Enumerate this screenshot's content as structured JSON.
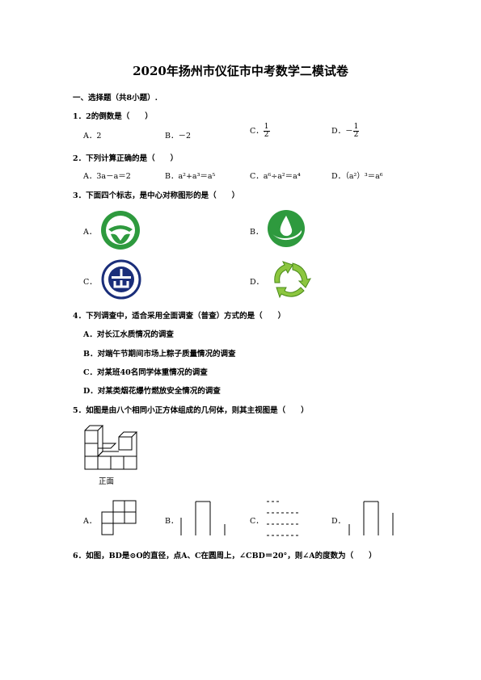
{
  "title": "2020年扬州市仪征市中考数学二模试卷",
  "section1": "一、选择题（共8小题）.",
  "q1": {
    "stem": "1．2的倒数是（　　）",
    "A": "A．2",
    "B": "B．－2",
    "C_label": "C．",
    "C_num": "1",
    "C_den": "2",
    "D_label": "D．－",
    "D_num": "1",
    "D_den": "2"
  },
  "q2": {
    "stem": "2．下列计算正确的是（　　）",
    "A": "A．3a－a＝2",
    "B": "B．a²+a³＝a⁵",
    "C": "C．a⁶÷a²＝a⁴",
    "D": "D．（a²）³＝a⁶"
  },
  "q3": {
    "stem": "3．下面四个标志，是中心对称图形的是（　　）",
    "A": "A．",
    "B": "B．",
    "C": "C．",
    "D": "D．",
    "colors": {
      "green": "#2e9a3e",
      "navy": "#1a2e7a",
      "lime": "#8cc63f"
    }
  },
  "q4": {
    "stem": "4．下列调查中，适合采用全面调查（普查）方式的是（　　）",
    "A": "A．对长江水质情况的调查",
    "B": "B．对端午节期间市场上粽子质量情况的调查",
    "C": "C．对某班40名同学体重情况的调查",
    "D": "D．对某类烟花爆竹燃放安全情况的调查"
  },
  "q5": {
    "stem": "5．如图是由八个相同小正方体组成的几何体，则其主视图是（　　）",
    "front_label": "正面",
    "A": "A．",
    "B": "B．",
    "C": "C．",
    "D": "D．"
  },
  "q6": {
    "stem": "6．如图，BD是⊙O的直径，点A、C在圆周上，∠CBD＝20°，则∠A的度数为（　　）"
  }
}
